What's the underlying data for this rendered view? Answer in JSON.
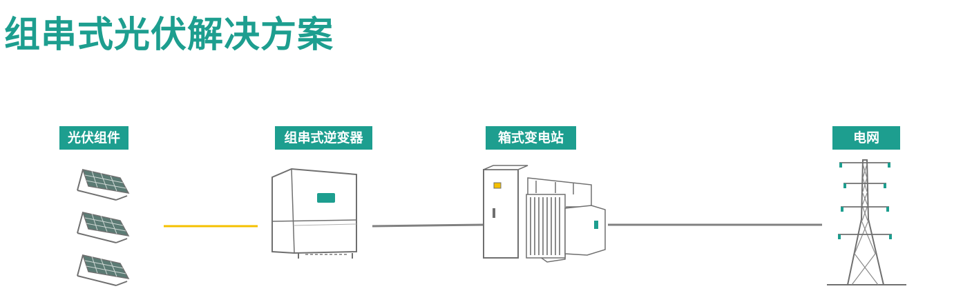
{
  "title": "组串式光伏解决方案",
  "colors": {
    "accent": "#1d9e8f",
    "dc_line": "#f5c000",
    "ac_line": "#808080",
    "outline": "#6f6f6f",
    "panel_fill": "#5b7b74"
  },
  "nodes": [
    {
      "id": "pv",
      "label": "光伏组件",
      "icon": "solar-panel-icon"
    },
    {
      "id": "inverter",
      "label": "组串式逆变器",
      "icon": "string-inverter-icon"
    },
    {
      "id": "box_substation",
      "label": "箱式变电站",
      "icon": "box-substation-icon"
    },
    {
      "id": "grid",
      "label": "电网",
      "icon": "transmission-tower-icon"
    }
  ],
  "connections": [
    {
      "from": "pv",
      "to": "inverter",
      "type": "dc"
    },
    {
      "from": "inverter",
      "to": "box_substation",
      "type": "ac"
    },
    {
      "from": "box_substation",
      "to": "grid",
      "type": "ac"
    }
  ]
}
